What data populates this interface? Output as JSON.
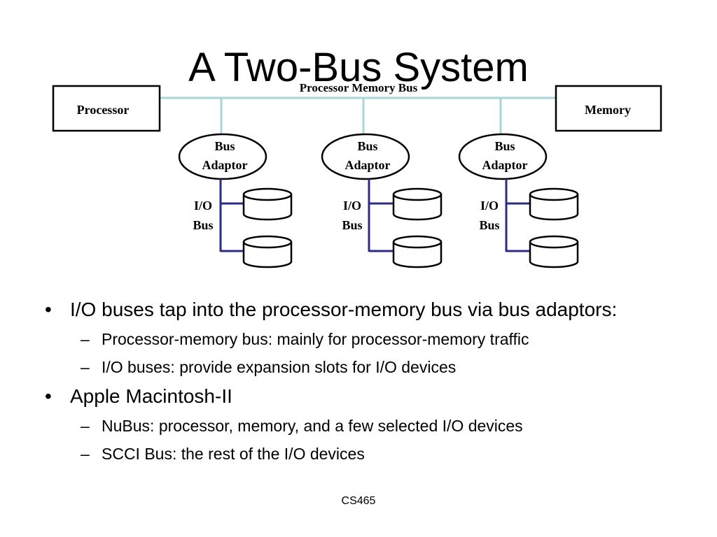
{
  "slide": {
    "title": "A Two-Bus System",
    "footer": "CS465"
  },
  "diagram": {
    "bus_label": "Processor Memory Bus",
    "processor_label": "Processor",
    "memory_label": "Memory",
    "adaptors": [
      {
        "line1": "Bus",
        "line2": "Adaptor"
      },
      {
        "line1": "Bus",
        "line2": "Adaptor"
      },
      {
        "line1": "Bus",
        "line2": "Adaptor"
      }
    ],
    "io_buses": [
      {
        "line1": "I/O",
        "line2": "Bus"
      },
      {
        "line1": "I/O",
        "line2": "Bus"
      },
      {
        "line1": "I/O",
        "line2": "Bus"
      }
    ],
    "colors": {
      "bus_line": "#a9d4d8",
      "io_bus_line": "#2b2b8a",
      "stroke": "#000000"
    }
  },
  "bullets": [
    {
      "text": "I/O buses tap into the processor-memory bus via bus adaptors:",
      "sub": [
        "Processor-memory bus: mainly for processor-memory traffic",
        "I/O buses: provide expansion slots for I/O devices"
      ]
    },
    {
      "text": "Apple Macintosh-II",
      "sub": [
        "NuBus: processor, memory, and a few selected I/O devices",
        "SCCI Bus: the rest of the I/O devices"
      ]
    }
  ],
  "bullet_marks": {
    "level1": "•",
    "level2": "–"
  }
}
